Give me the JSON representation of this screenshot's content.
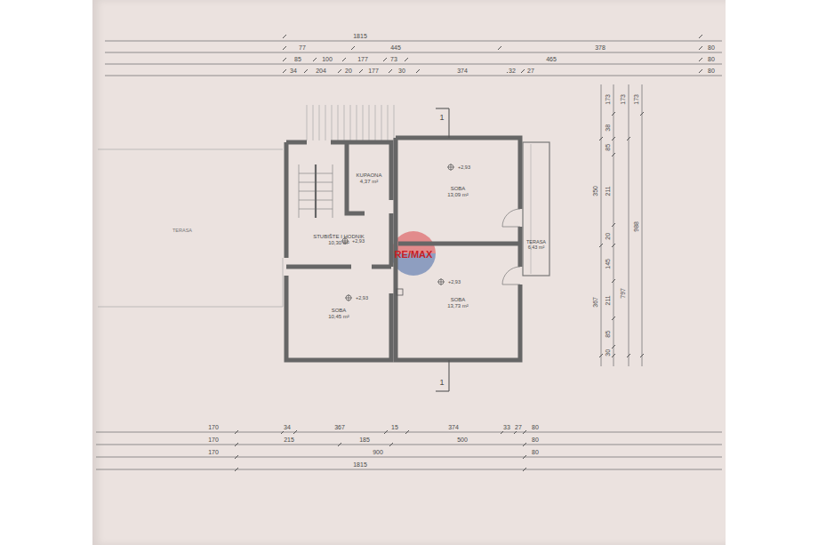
{
  "diagram": {
    "nodes": [
      {
        "text": [
          "KUPAONA",
          "4,37 m²"
        ]
      },
      {
        "text": [
          "SOBA",
          "13,09 m²"
        ]
      },
      {
        "text": [
          "STUBIŠTE I HODNIK",
          "10,30 m²"
        ]
      },
      {
        "text": [
          "SOBA",
          "10,45 m²"
        ]
      },
      {
        "text": [
          "SOBA",
          "13,73 m²"
        ]
      },
      {
        "text": [
          "TERASA",
          "6,43 m²"
        ]
      }
    ],
    "labels": [
      "1815",
      "77",
      "445",
      "378",
      "80",
      "85",
      "100",
      "177",
      "73",
      "465",
      "80",
      "34",
      "204",
      "20",
      "177",
      "30",
      "374",
      "32",
      "27",
      "80",
      "170",
      "34",
      "367",
      "15",
      "374",
      "33",
      "27",
      "80",
      "170",
      "215",
      "185",
      "500",
      "80",
      "170",
      "900",
      "80",
      "1815",
      "350",
      "367",
      "173",
      "38",
      "85",
      "211",
      "20",
      "145",
      "211",
      "85",
      "30",
      "173",
      "797",
      "173",
      "988",
      "+2,93",
      "+2,93",
      "+2,93",
      "+2,93",
      "1",
      "1",
      "RE/MAX",
      "TERASA"
    ]
  }
}
